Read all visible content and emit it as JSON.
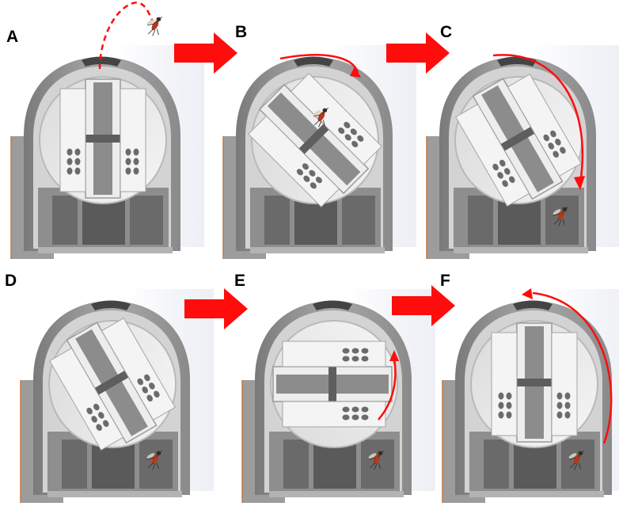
{
  "panels": [
    {
      "id": "A",
      "label": "A",
      "rotor": "vertical-open",
      "mosquito": "entering-top"
    },
    {
      "id": "B",
      "label": "B",
      "rotor": "tilted-45",
      "mosquito": "inside-rotor"
    },
    {
      "id": "C",
      "label": "C",
      "rotor": "tilted-30",
      "mosquito": "lower-chamber"
    },
    {
      "id": "D",
      "label": "D",
      "rotor": "tilted-30",
      "mosquito": "lower-chamber"
    },
    {
      "id": "E",
      "label": "E",
      "rotor": "horizontal",
      "mosquito": "lower-chamber"
    },
    {
      "id": "F",
      "label": "F",
      "rotor": "vertical-open",
      "mosquito": "lower-chamber"
    }
  ],
  "transition_arrows": [
    {
      "from": "A",
      "to": "B"
    },
    {
      "from": "B",
      "to": "C"
    },
    {
      "from": "D",
      "to": "E"
    },
    {
      "from": "E",
      "to": "F"
    }
  ],
  "colors": {
    "arrow": "#ff0d0d",
    "housing_dark": "#6f6f6f",
    "housing_mid": "#9c9c9c",
    "housing_light": "#c4c4c4",
    "rotor_face": "#ededed",
    "rotor_edge": "#b9b9b9",
    "panel_bg": "#e3e6ee",
    "copper_edge": "#c07a45"
  },
  "icons": [
    "mosquito-icon",
    "rotation-arrow-icon",
    "flight-path-icon"
  ]
}
